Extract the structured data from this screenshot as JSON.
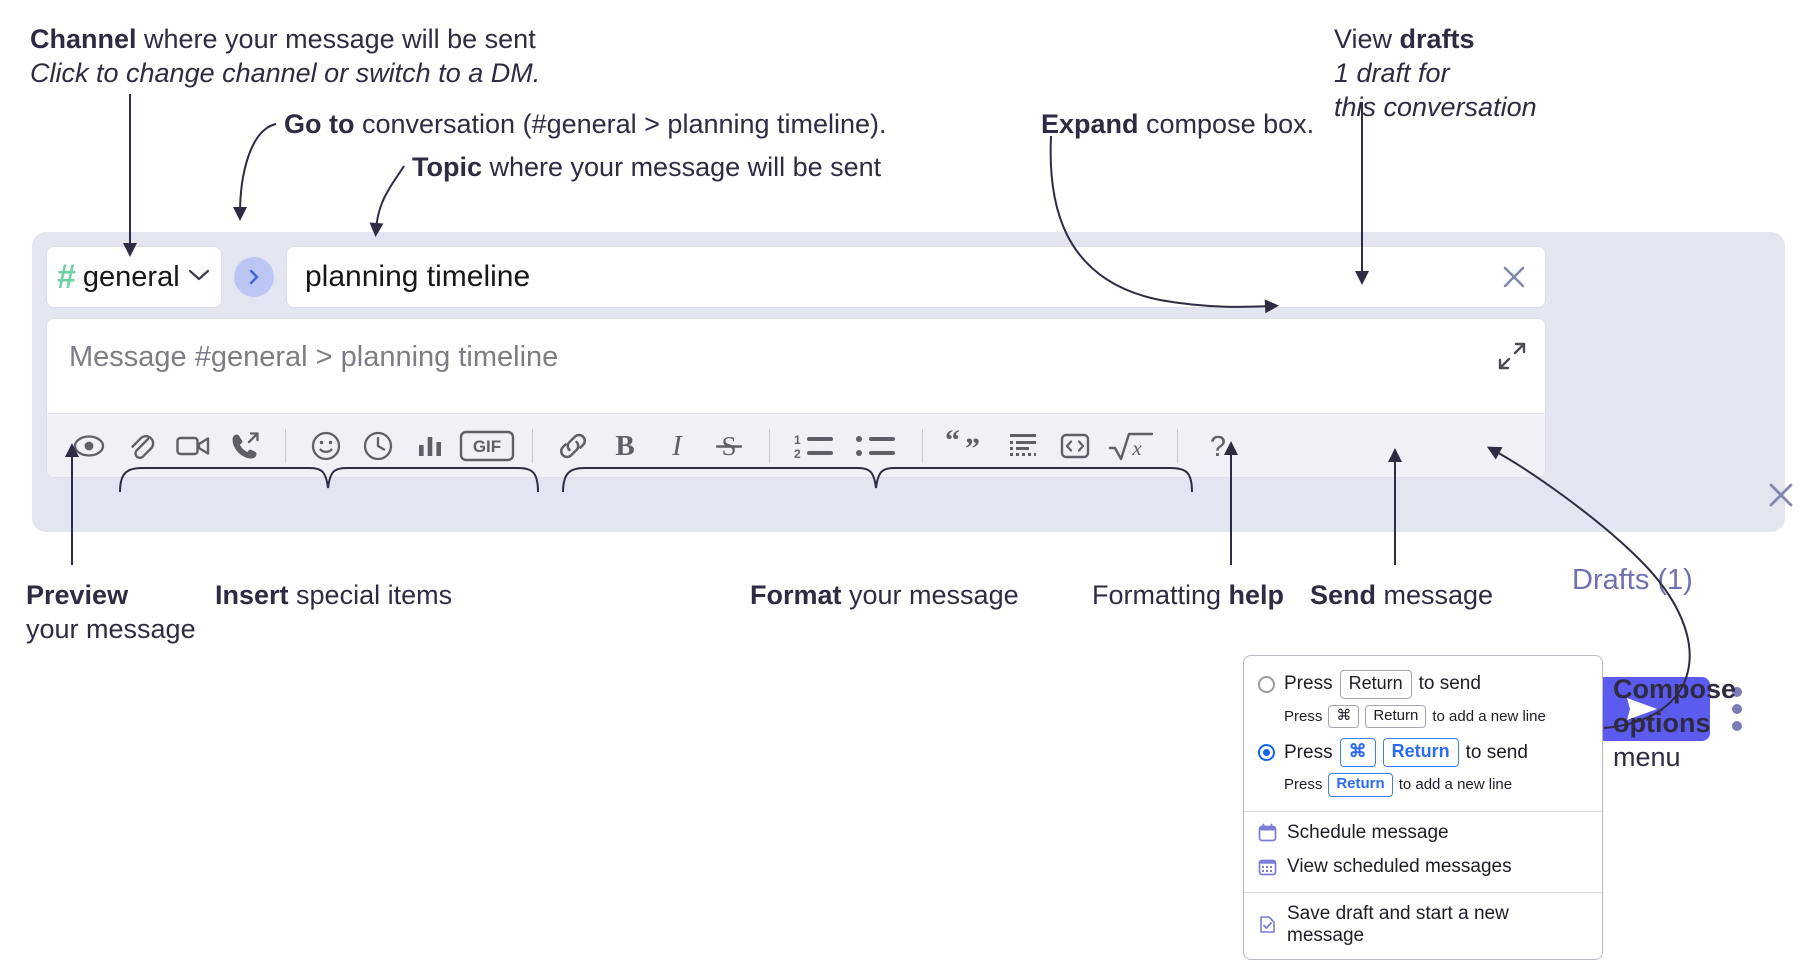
{
  "annotations": {
    "channel": {
      "line1_bold": "Channel",
      "line1_rest": " where your message will be sent",
      "line2_italic": "Click to change channel or switch to a DM."
    },
    "goto": {
      "bold": "Go to",
      "rest": " conversation (#general > planning timeline)."
    },
    "topic": {
      "bold": "Topic",
      "rest": " where your message will be sent"
    },
    "expand": {
      "bold": "Expand",
      "rest": " compose box."
    },
    "drafts": {
      "line1_plain": "View ",
      "line1_bold": "drafts",
      "line2_italic": "1 draft for",
      "line3_italic": "this conversation"
    },
    "preview": {
      "bold": "Preview",
      "line2": "your message"
    },
    "insert": {
      "bold": "Insert",
      "rest": " special items"
    },
    "format": {
      "bold": "Format",
      "rest": " your message"
    },
    "help": {
      "plain": "Formatting ",
      "bold": "help"
    },
    "send": {
      "bold": "Send",
      "rest": " message"
    },
    "compose_options": {
      "line1_bold": "Compose",
      "line2_bold": "options",
      "line3": "menu"
    }
  },
  "compose": {
    "channel_name": "general",
    "channel_hash": "#",
    "topic_value": "planning timeline",
    "message_placeholder": "Message #general > planning timeline",
    "drafts_label": "Drafts (1)",
    "toolbar_icons": [
      {
        "name": "preview-eye-icon",
        "label": "Preview"
      },
      {
        "name": "attachment-paperclip-icon",
        "label": "Attach file"
      },
      {
        "name": "video-camera-icon",
        "label": "Video clip"
      },
      {
        "name": "audio-call-icon",
        "label": "Audio clip"
      },
      {
        "name": "emoji-icon",
        "label": "Emoji"
      },
      {
        "name": "clock-icon",
        "label": "Reminder"
      },
      {
        "name": "poll-bars-icon",
        "label": "Poll"
      },
      {
        "name": "gif-icon",
        "label": "GIF"
      },
      {
        "name": "link-icon",
        "label": "Link"
      },
      {
        "name": "bold-icon",
        "label": "Bold"
      },
      {
        "name": "italic-icon",
        "label": "Italic"
      },
      {
        "name": "strikethrough-icon",
        "label": "Strikethrough"
      },
      {
        "name": "ordered-list-icon",
        "label": "Ordered list"
      },
      {
        "name": "bulleted-list-icon",
        "label": "Bulleted list"
      },
      {
        "name": "blockquote-icon",
        "label": "Blockquote"
      },
      {
        "name": "code-block-icon",
        "label": "Code block"
      },
      {
        "name": "inline-code-icon",
        "label": "Code"
      },
      {
        "name": "latex-icon",
        "label": "Math"
      },
      {
        "name": "formatting-help-icon",
        "label": "?"
      }
    ],
    "gif_label": "GIF",
    "help_label": "?"
  },
  "menu": {
    "option1": {
      "prefix": "Press",
      "key": "Return",
      "suffix": "to send",
      "sub_prefix": "Press",
      "sub_key1": "⌘",
      "sub_key2": "Return",
      "sub_suffix": "to add a new line",
      "selected": false
    },
    "option2": {
      "prefix": "Press",
      "key1": "⌘",
      "key2": "Return",
      "suffix": "to send",
      "sub_prefix": "Press",
      "sub_key": "Return",
      "sub_suffix": "to add a new line",
      "selected": true
    },
    "items": [
      {
        "icon": "calendar-schedule-icon",
        "label": "Schedule message"
      },
      {
        "icon": "calendar-list-icon",
        "label": "View scheduled messages"
      },
      {
        "icon": "save-draft-icon",
        "label": "Save draft and start a new message"
      }
    ]
  },
  "colors": {
    "compose_bg": "#e3e5f1",
    "send_button": "#5b5bef",
    "hash_green": "#6ad39f",
    "goto_circle": "#bcc6f5",
    "drafts_text": "#6f71ad",
    "accent_blue": "#2b6cf0",
    "ink": "#2e2c42"
  }
}
